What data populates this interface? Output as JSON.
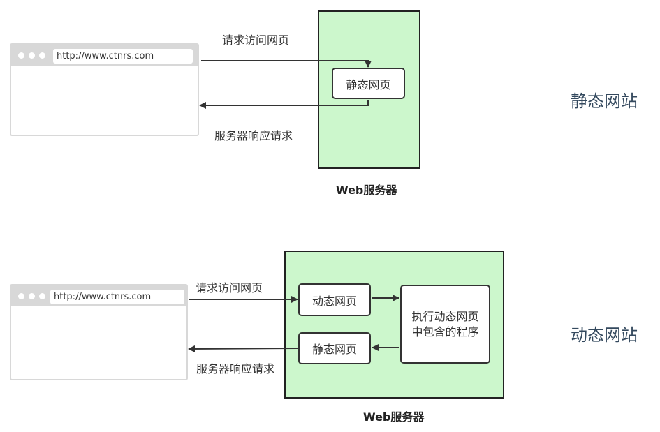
{
  "static_site": {
    "title": "静态网站",
    "browser": {
      "url": "http://www.ctnrs.com"
    },
    "request_label": "请求访问网页",
    "response_label": "服务器响应请求",
    "server": {
      "label": "Web服务器",
      "static_page": "静态网页",
      "fill_color": "#ccf7cc"
    }
  },
  "dynamic_site": {
    "title": "动态网站",
    "browser": {
      "url": "http://www.ctnrs.com"
    },
    "request_label": "请求访问网页",
    "response_label": "服务器响应请求",
    "server": {
      "label": "Web服务器",
      "dynamic_page": "动态网页",
      "static_page": "静态网页",
      "program_line1": "执行动态网页",
      "program_line2": "中包含的程序",
      "fill_color": "#ccf7cc"
    }
  }
}
